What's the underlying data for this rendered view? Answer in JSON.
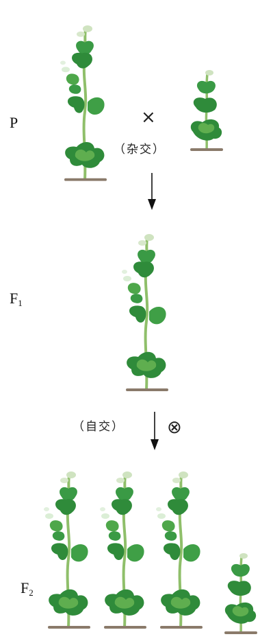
{
  "labels": {
    "p": "P",
    "f1_letter": "F",
    "f1_sub": "1",
    "f2_letter": "F",
    "f2_sub": "2"
  },
  "annotations": {
    "cross_symbol": "×",
    "cross_text": "（杂交）",
    "self_text": "（自交）",
    "self_symbol": "⊗"
  },
  "colors": {
    "leaf_dark": "#2f8b3a",
    "leaf_light": "#5fae4f",
    "stem": "#8fbf6a",
    "flower": "#cfe3c0",
    "soil": "#8a7a6a",
    "arrow": "#111111"
  }
}
